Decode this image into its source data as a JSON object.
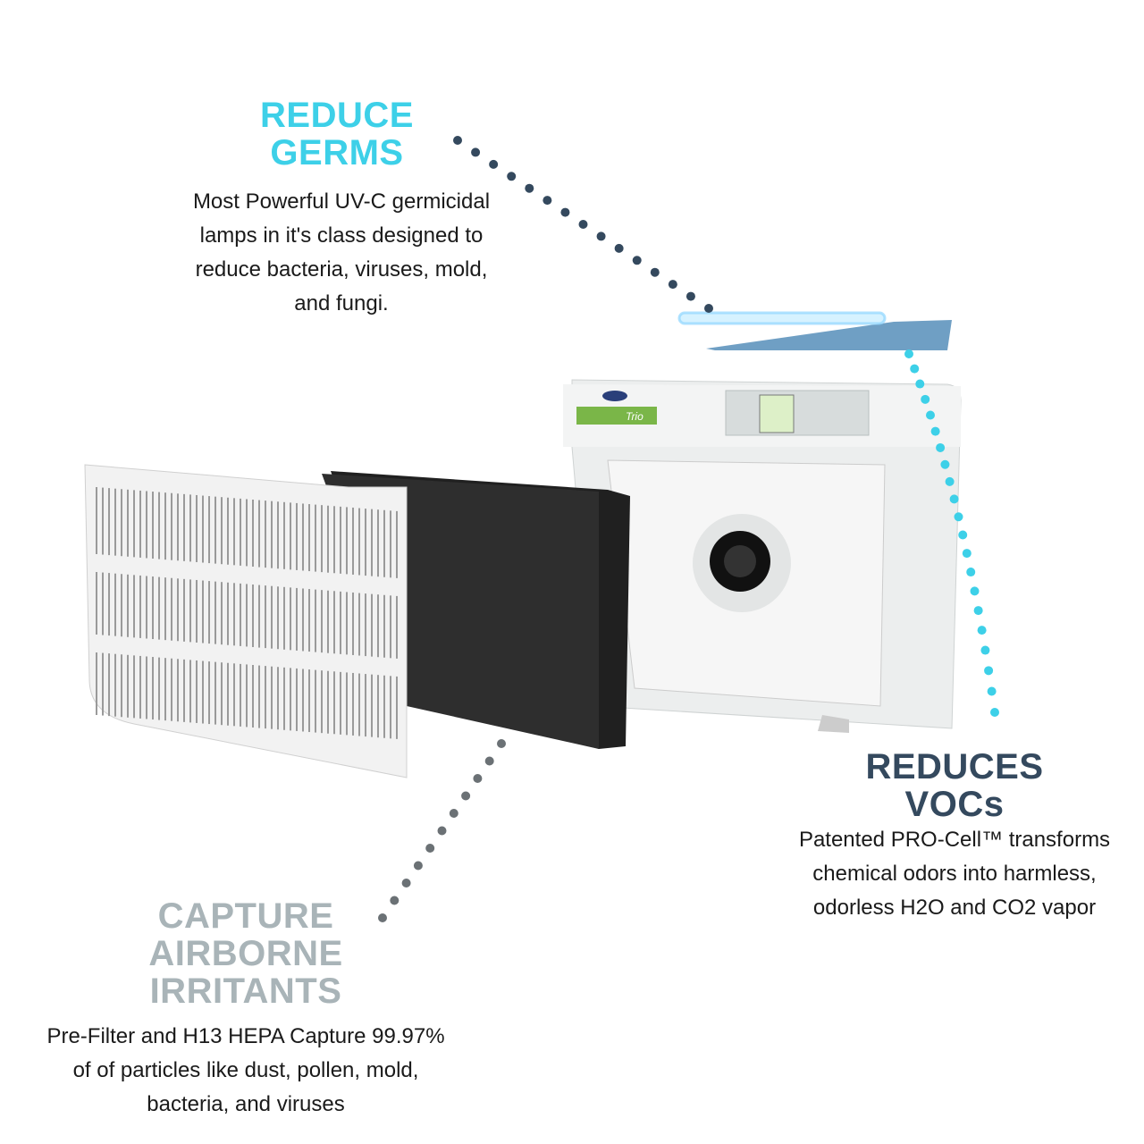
{
  "germs": {
    "title_line1": "REDUCE",
    "title_line2": "GERMS",
    "body": [
      "Most Powerful UV-C germicidal",
      "lamps in it's class designed to",
      "reduce bacteria, viruses, mold,",
      "and fungi."
    ],
    "color": "#3dd0e8"
  },
  "vocs": {
    "title_line1": "REDUCES",
    "title_line2": "VOCs",
    "body": [
      "Patented PRO-Cell™ transforms",
      "chemical odors  into harmless,",
      "odorless H2O and CO2 vapor"
    ],
    "color": "#34495e"
  },
  "irritants": {
    "title_line1": "CAPTURE",
    "title_line2": "AIRBORNE",
    "title_line3": "IRRITANTS",
    "body": [
      "Pre-Filter and H13 HEPA Capture 99.97%",
      "of of particles like dust, pollen, mold,",
      "bacteria, and viruses"
    ],
    "color": "#a9b4b8"
  },
  "product": {
    "brand": "Trio"
  }
}
